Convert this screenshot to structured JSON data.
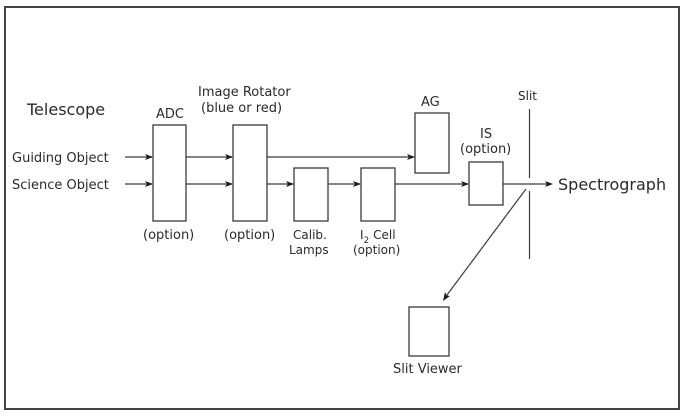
{
  "diagram": {
    "title_left": "Telescope",
    "inputs": {
      "guiding": "Guiding Object",
      "science": "Science Object"
    },
    "components": {
      "adc": {
        "label": "ADC",
        "note": "(option)"
      },
      "rotator": {
        "label_line1": "Image Rotator",
        "label_line2": "(blue or red)",
        "note": "(option)"
      },
      "calib": {
        "label_line1": "Calib.",
        "label_line2": "Lamps"
      },
      "i2cell": {
        "label_main": "I",
        "label_sub": "2",
        "label_rest": " Cell",
        "note": "(option)"
      },
      "ag": {
        "label": "AG"
      },
      "is": {
        "label": "IS",
        "note": "(option)"
      },
      "slit": {
        "label": "Slit"
      },
      "spectrograph": {
        "label": "Spectrograph"
      },
      "slit_viewer": {
        "label": "Slit Viewer"
      }
    }
  }
}
